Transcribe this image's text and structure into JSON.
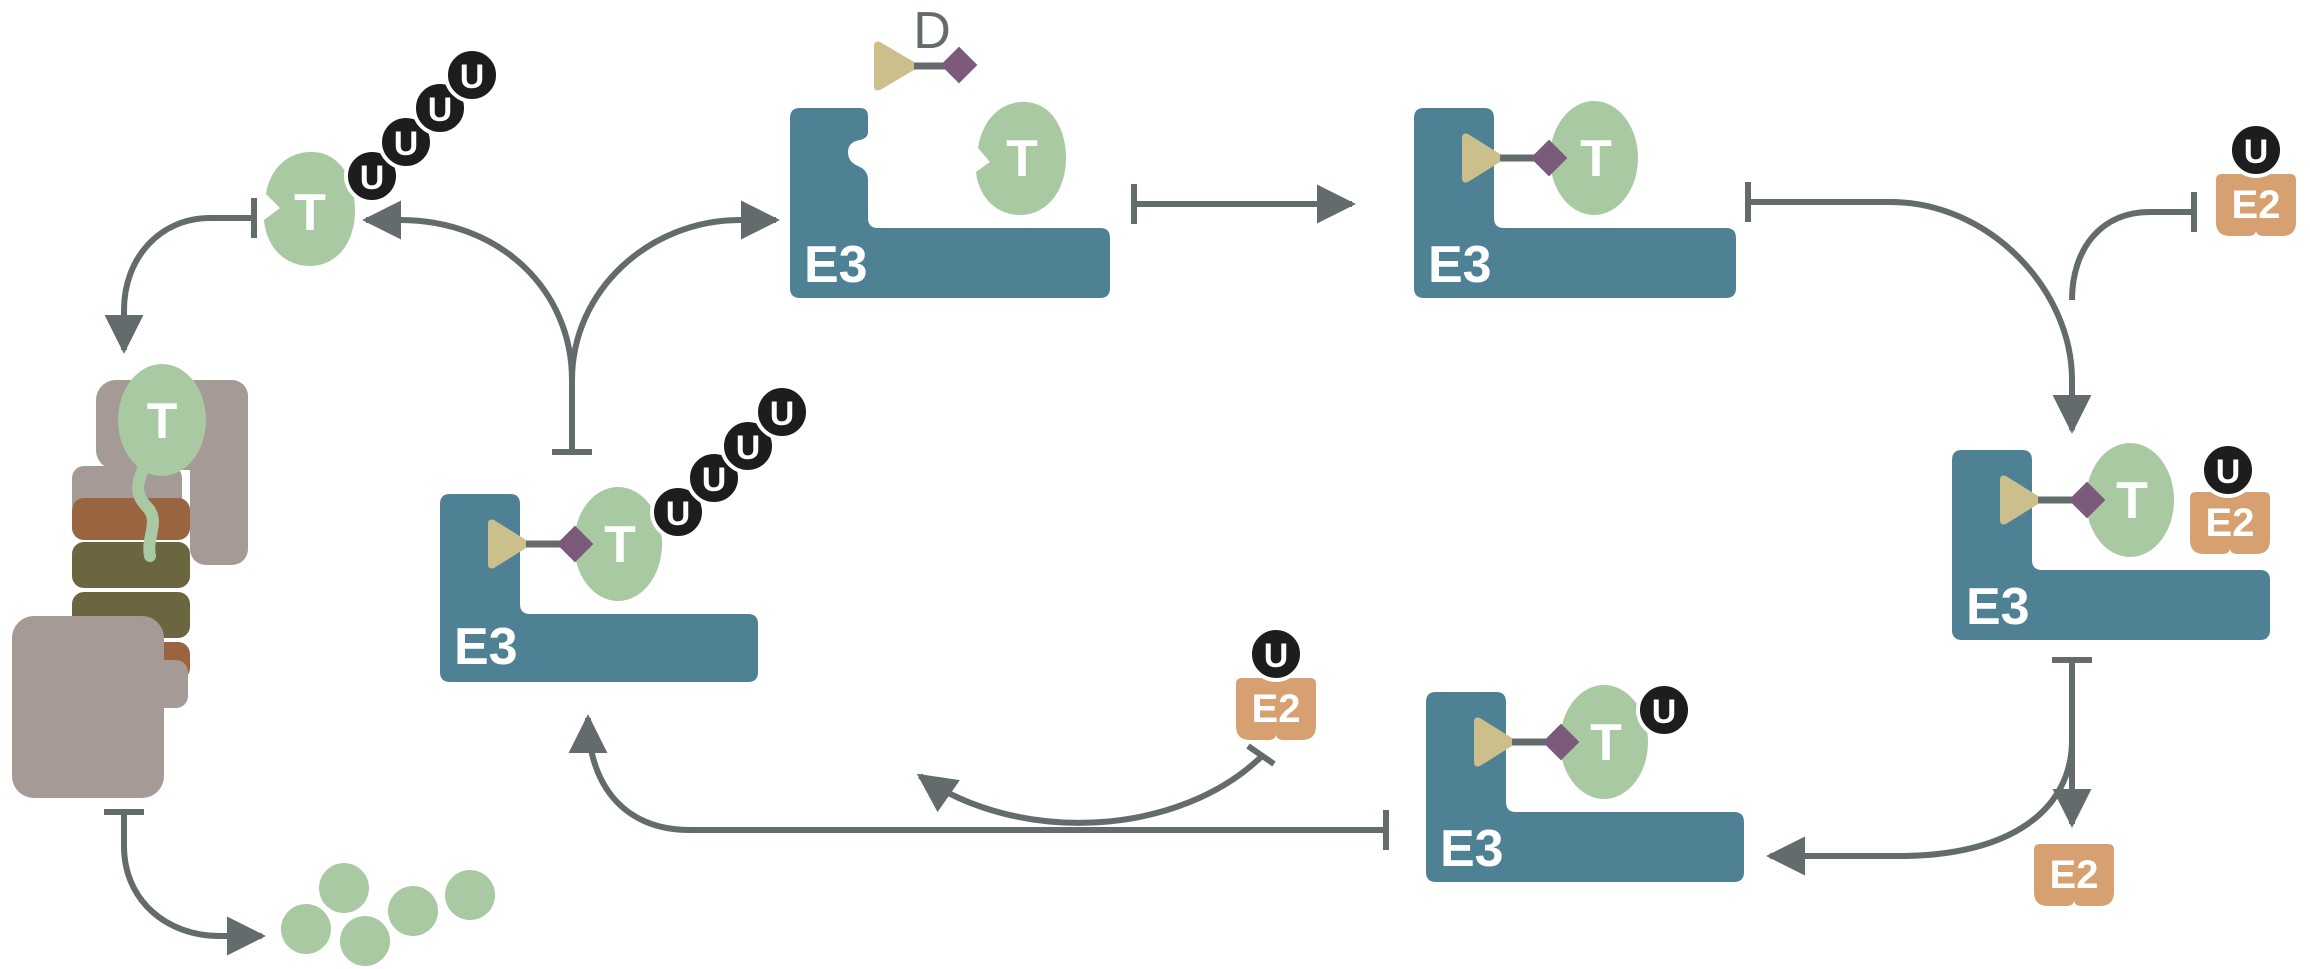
{
  "labels": {
    "target": "T",
    "degrader": "D",
    "e3": "E3",
    "e2": "E2",
    "ubiquitin": "U"
  },
  "colors": {
    "e3": "#4e8194",
    "target": "#a9c9a2",
    "e2": "#d6a070",
    "ubiquitin": "#1d1d1d",
    "ligand_e3": "#cbc08c",
    "ligand_target": "#7b5a7c",
    "linker": "#636b6c",
    "arrow": "#636b6c",
    "proteasome_body": "#a59a95",
    "proteasome_ring_brown": "#9a6440",
    "proteasome_ring_olive": "#6b6540",
    "peptides": "#a9c9a2"
  }
}
